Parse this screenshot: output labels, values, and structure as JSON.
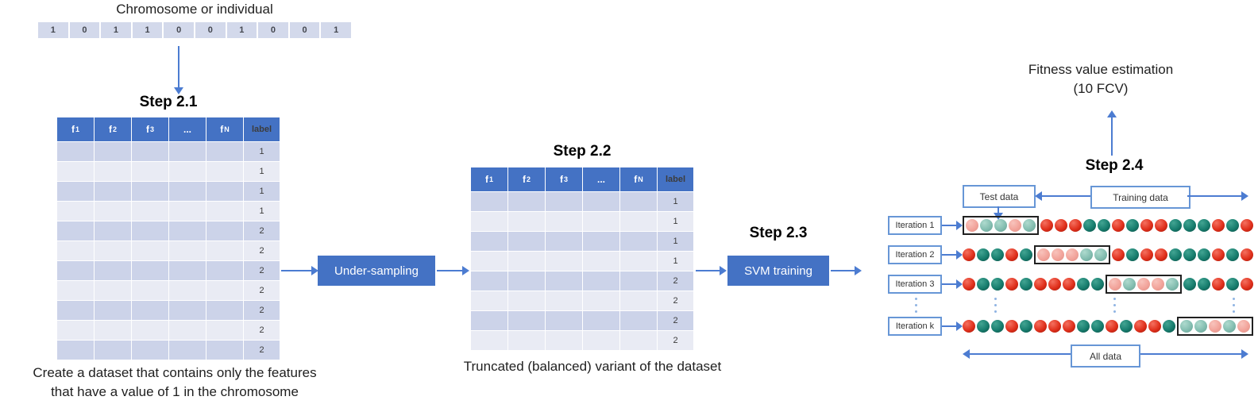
{
  "colors": {
    "accent_blue": "#4472C4",
    "arrow_blue": "#4C7CD1",
    "table_row_dark": "#CCD3E9",
    "table_row_light": "#E9EBF4",
    "gene_cell": "#D3D9EB",
    "dot_red": "#E0301C",
    "dot_green": "#177D6E",
    "dot_red_faded": "#F2A49B",
    "dot_green_faded": "#84BEB1"
  },
  "chromosome": {
    "title": "Chromosome or individual",
    "genes": [
      "1",
      "0",
      "1",
      "1",
      "0",
      "0",
      "1",
      "0",
      "0",
      "1"
    ]
  },
  "step21": {
    "title": "Step 2.1",
    "table": {
      "headers": [
        {
          "base": "f",
          "sub": "1"
        },
        {
          "base": "f",
          "sub": "2"
        },
        {
          "base": "f",
          "sub": "3"
        },
        {
          "base": "...",
          "sub": ""
        },
        {
          "base": "f",
          "sub": "N"
        },
        {
          "base": "label",
          "sub": ""
        }
      ],
      "label_values": [
        "1",
        "1",
        "1",
        "1",
        "2",
        "2",
        "2",
        "2",
        "2",
        "2",
        "2"
      ]
    },
    "caption_line1": "Create a dataset that contains only the features",
    "caption_line2": "that have a value of 1 in the chromosome"
  },
  "undersampling_label": "Under-sampling",
  "step22": {
    "title": "Step 2.2",
    "table": {
      "headers": [
        {
          "base": "f",
          "sub": "1"
        },
        {
          "base": "f",
          "sub": "2"
        },
        {
          "base": "f",
          "sub": "3"
        },
        {
          "base": "...",
          "sub": ""
        },
        {
          "base": "f",
          "sub": "N"
        },
        {
          "base": "label",
          "sub": ""
        }
      ],
      "label_values": [
        "1",
        "1",
        "1",
        "1",
        "2",
        "2",
        "2",
        "2"
      ]
    },
    "caption": "Truncated (balanced) variant of the dataset"
  },
  "step23": {
    "title": "Step 2.3",
    "box_label": "SVM training"
  },
  "step24": {
    "title": "Step 2.4",
    "fitness_line1": "Fitness value estimation",
    "fitness_line2": "(10 FCV)",
    "test_data_label": "Test data",
    "training_data_label": "Training data",
    "all_data_label": "All data",
    "dot_codes": {
      "R": "red-sample",
      "G": "green-sample",
      "P": "faded-red-test-sample",
      "T": "faded-green-test-sample"
    },
    "iterations": [
      {
        "label": "Iteration 1",
        "test_range": [
          0,
          4
        ],
        "dots": [
          "P",
          "T",
          "T",
          "P",
          "T",
          "R",
          "R",
          "R",
          "G",
          "G",
          "R",
          "G",
          "R",
          "R",
          "G",
          "G",
          "G",
          "R",
          "G",
          "R"
        ]
      },
      {
        "label": "Iteration 2",
        "test_range": [
          5,
          9
        ],
        "dots": [
          "R",
          "G",
          "G",
          "R",
          "G",
          "P",
          "P",
          "P",
          "T",
          "T",
          "R",
          "G",
          "R",
          "R",
          "G",
          "G",
          "G",
          "R",
          "G",
          "R"
        ]
      },
      {
        "label": "Iteration 3",
        "test_range": [
          10,
          14
        ],
        "dots": [
          "R",
          "G",
          "G",
          "R",
          "G",
          "R",
          "R",
          "R",
          "G",
          "G",
          "P",
          "T",
          "P",
          "P",
          "T",
          "G",
          "G",
          "R",
          "G",
          "R"
        ]
      },
      {
        "label": "Iteration k",
        "test_range": [
          15,
          19
        ],
        "dots": [
          "R",
          "G",
          "G",
          "R",
          "G",
          "R",
          "R",
          "R",
          "G",
          "G",
          "R",
          "G",
          "R",
          "R",
          "G",
          "T",
          "T",
          "P",
          "T",
          "P"
        ]
      }
    ]
  }
}
